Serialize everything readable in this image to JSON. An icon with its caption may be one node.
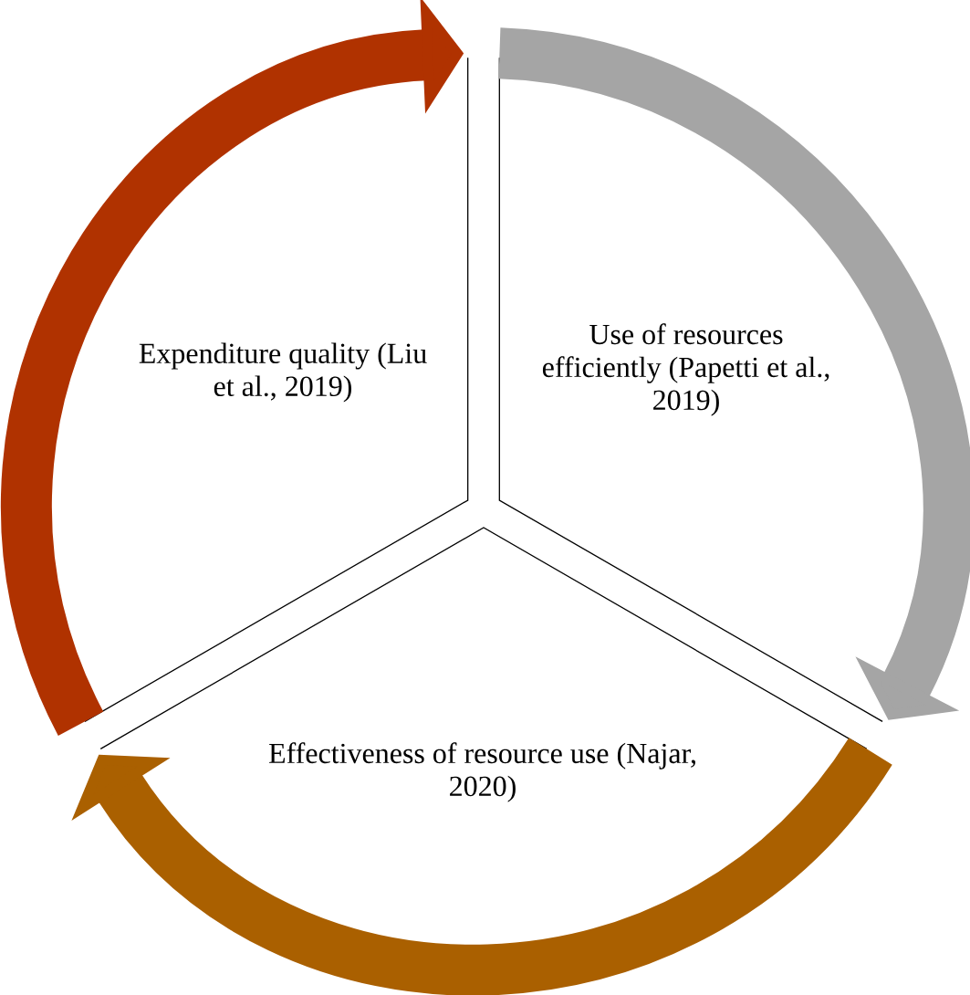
{
  "diagram": {
    "nodes": [
      {
        "text": [
          "Expenditure quality (Liu et al., 2019)"
        ]
      },
      {
        "text": [
          "Use of resources efficiently (Papetti et al., 2019)"
        ]
      },
      {
        "text": [
          "Effectiveness of resource use (Najar, 2020)"
        ]
      }
    ]
  }
}
